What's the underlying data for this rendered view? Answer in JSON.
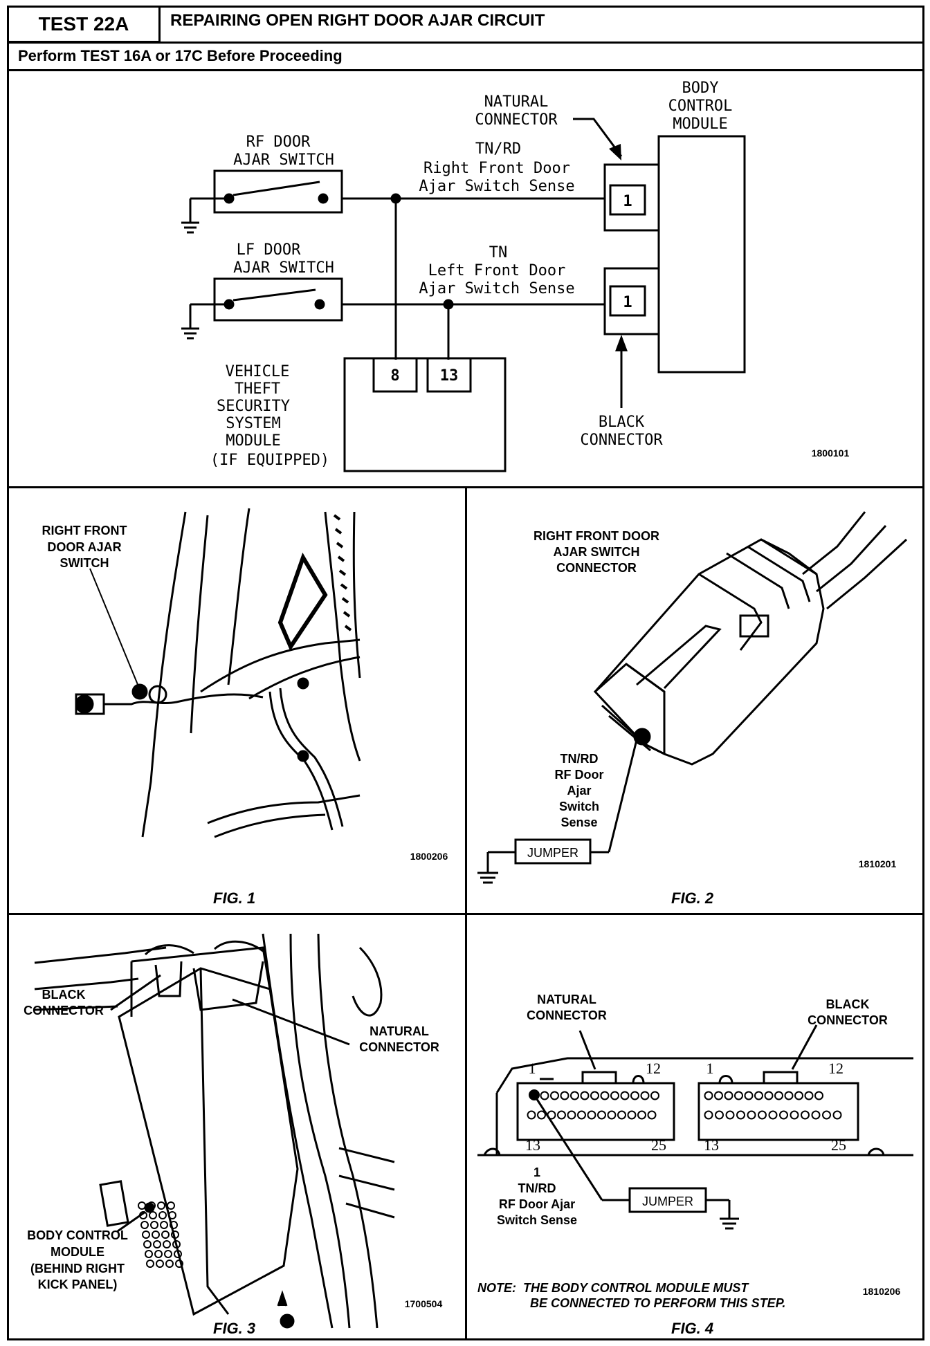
{
  "header": {
    "test_id": "TEST 22A",
    "title": "REPAIRING OPEN RIGHT DOOR AJAR CIRCUIT",
    "subtitle": "Perform TEST 16A or 17C Before Proceeding"
  },
  "schematic": {
    "rf_switch_l1": "RF DOOR",
    "rf_switch_l2": "AJAR SWITCH",
    "lf_switch_l1": "LF DOOR",
    "lf_switch_l2": "AJAR SWITCH",
    "wire1_color": "TN/RD",
    "wire1_l1": "Right Front Door",
    "wire1_l2": "Ajar Switch Sense",
    "wire2_color": "TN",
    "wire2_l1": "Left Front Door",
    "wire2_l2": "Ajar Switch Sense",
    "natural_l1": "NATURAL",
    "natural_l2": "CONNECTOR",
    "bcm_l1": "BODY",
    "bcm_l2": "CONTROL",
    "bcm_l3": "MODULE",
    "pin_top": "1",
    "pin_bottom": "1",
    "black_l1": "BLACK",
    "black_l2": "CONNECTOR",
    "vts_l1": "VEHICLE",
    "vts_l2": "THEFT",
    "vts_l3": "SECURITY",
    "vts_l4": "SYSTEM",
    "vts_l5": "MODULE",
    "vts_l6": "(IF EQUIPPED)",
    "vts_pin_a": "8",
    "vts_pin_b": "13",
    "ref": "1800101"
  },
  "fig1": {
    "label_l1": "RIGHT FRONT",
    "label_l2": "DOOR AJAR",
    "label_l3": "SWITCH",
    "ref": "1800206",
    "caption": "FIG. 1"
  },
  "fig2": {
    "title_l1": "RIGHT FRONT DOOR",
    "title_l2": "AJAR SWITCH",
    "title_l3": "CONNECTOR",
    "wire_l1": "TN/RD",
    "wire_l2": "RF Door",
    "wire_l3": "Ajar",
    "wire_l4": "Switch",
    "wire_l5": "Sense",
    "jumper": "JUMPER",
    "ref": "1810201",
    "caption": "FIG. 2"
  },
  "fig3": {
    "black_l1": "BLACK",
    "black_l2": "CONNECTOR",
    "natural_l1": "NATURAL",
    "natural_l2": "CONNECTOR",
    "bcm_l1": "BODY CONTROL",
    "bcm_l2": "MODULE",
    "bcm_l3": "(BEHIND RIGHT",
    "bcm_l4": "KICK PANEL)",
    "ref": "1700504",
    "caption": "FIG. 3"
  },
  "fig4": {
    "natural_l1": "NATURAL",
    "natural_l2": "CONNECTOR",
    "black_l1": "BLACK",
    "black_l2": "CONNECTOR",
    "pin1a": "1",
    "pin12a": "12",
    "pin13a": "13",
    "pin25a": "25",
    "pin1b": "1",
    "pin12b": "12",
    "pin13b": "13",
    "pin25b": "25",
    "wire_l1": "1",
    "wire_l2": "TN/RD",
    "wire_l3": "RF Door Ajar",
    "wire_l4": "Switch Sense",
    "jumper": "JUMPER",
    "note_l1": "NOTE:  THE BODY CONTROL MODULE MUST",
    "note_l2": "BE CONNECTED TO PERFORM THIS STEP.",
    "ref": "1810206",
    "caption": "FIG. 4"
  }
}
